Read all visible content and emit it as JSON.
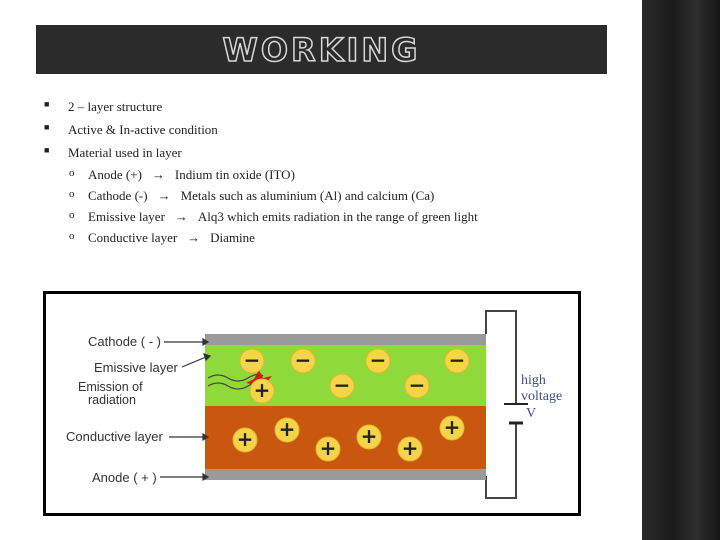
{
  "title": "WORKING",
  "bullets": [
    {
      "text": "2 – layer structure"
    },
    {
      "text": "Active & In-active condition"
    },
    {
      "text": "Material used in layer"
    }
  ],
  "sub_items": [
    {
      "term": "Anode (+)",
      "desc": "Indium tin oxide (ITO)"
    },
    {
      "term": "Cathode (-)",
      "desc": "Metals such as aluminium (Al) and calcium (Ca)"
    },
    {
      "term": "Emissive layer",
      "desc": "Alq3 which emits radiation in the range of green light"
    },
    {
      "term": "Conductive layer",
      "desc": "Diamine"
    }
  ],
  "arrow_glyph": "→",
  "diagram": {
    "labels": {
      "cathode": "Cathode ( - )",
      "emissive": "Emissive layer",
      "emission_1": "Emission of",
      "emission_2": "radiation",
      "conductive": "Conductive layer",
      "anode": "Anode ( + )",
      "voltage_1": "high",
      "voltage_2": "voltage",
      "voltage_3": "V"
    },
    "minus_sign": "−",
    "plus_sign": "+",
    "colors": {
      "emissive": "#8fd93a",
      "conductive": "#c9570f",
      "electrode": "#9a9a9a",
      "charge_fill": "#f5d44a",
      "label": "#333333",
      "voltage_label": "#404c8c",
      "star": "#d11a1a"
    }
  }
}
